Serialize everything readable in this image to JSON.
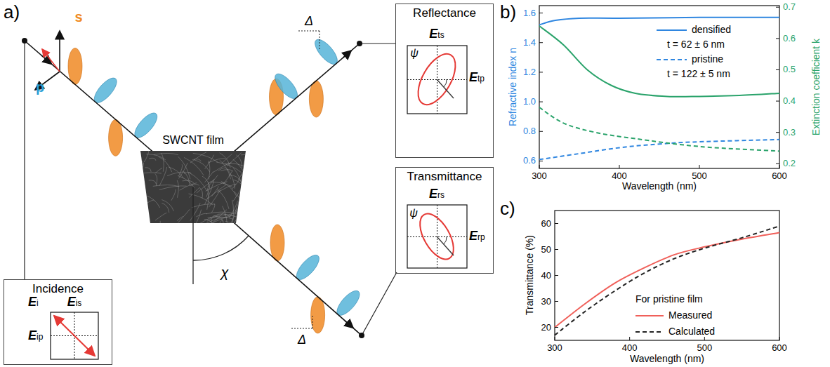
{
  "diagram": {
    "nodes": [
      {
        "text": [
          "Incidence"
        ]
      },
      {
        "text": [
          "Reflectance"
        ]
      },
      {
        "text": [
          "Transmittance"
        ]
      }
    ],
    "labels": [
      "a)",
      "s",
      "p",
      "SWCNT film",
      "Δ",
      "Δ",
      "χ",
      "Ei",
      "Eis",
      "Eip",
      "Ets",
      "ψ",
      "Etp",
      "Ers",
      "ψ",
      "Erp",
      "b)",
      "Refractive index n",
      "Extinction coefficient k",
      "t = 62 ± 6 nm",
      "t = 122 ± 5 nm",
      "1.6",
      "1.4",
      "1.2",
      "1.0",
      "0.8",
      "0.6",
      "0.7",
      "0.6",
      "0.5",
      "0.4",
      "0.3",
      "0.2",
      "300",
      "400",
      "500",
      "600",
      "Wavelength (nm)",
      "c)",
      "Transmittance (%)",
      "60",
      "50",
      "40",
      "30",
      "20",
      "300",
      "400",
      "500",
      "600",
      "Wavelength (nm)",
      "For pristine film"
    ],
    "legend": [
      {
        "text": "densified"
      },
      {
        "text": "pristine"
      },
      {
        "text": "Measured"
      },
      {
        "text": "Calculated"
      }
    ]
  }
}
